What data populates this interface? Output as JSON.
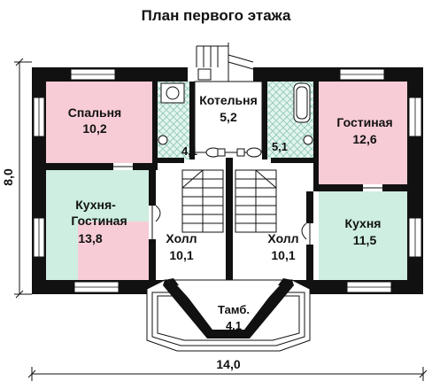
{
  "title": "План первого этажа",
  "dimensions": {
    "height": "8,0",
    "width": "14,0"
  },
  "rooms": {
    "bedroom": {
      "name": "Спальня",
      "area": "10,2"
    },
    "boiler": {
      "name": "Котельня",
      "area": "5,2"
    },
    "living": {
      "name": "Гостиная",
      "area": "12,6"
    },
    "kitchen_living": {
      "name_line1": "Кухня-",
      "name_line2": "Гостиная",
      "area": "13,8"
    },
    "kitchen": {
      "name": "Кухня",
      "area": "11,5"
    },
    "hall_left": {
      "name": "Холл",
      "area": "10,1"
    },
    "hall_right": {
      "name": "Холл",
      "area": "10,1"
    },
    "vestibule": {
      "name": "Тамб.",
      "area": "4,1"
    },
    "bath_left": {
      "area": "4,1"
    },
    "bath_right": {
      "area": "5,1"
    }
  },
  "colors": {
    "pink": "#f7ccd6",
    "mint": "#cdeee0",
    "wall": "#111111",
    "hatch": "#8cc9b5"
  }
}
